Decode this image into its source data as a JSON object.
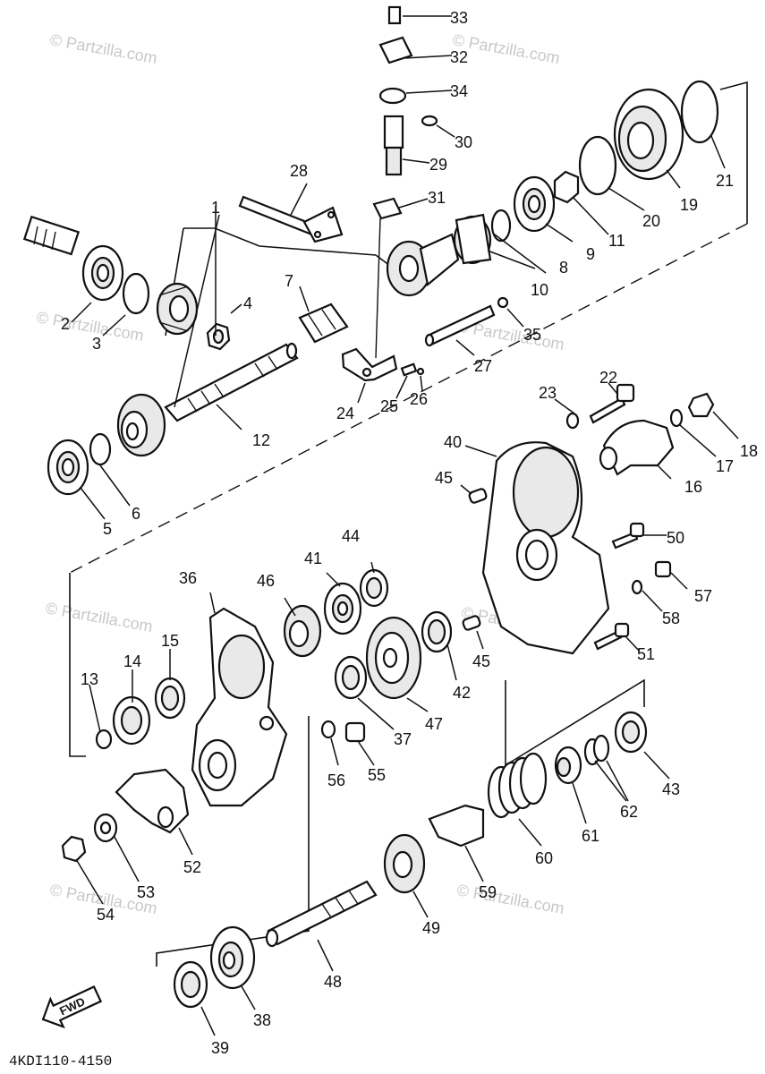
{
  "watermark": "© Partzilla.com",
  "diagram_code": "4KDI110-4150",
  "direction_label": "FWD",
  "callouts": [
    {
      "id": "c1",
      "label": "1"
    },
    {
      "id": "c2",
      "label": "2"
    },
    {
      "id": "c3",
      "label": "3"
    },
    {
      "id": "c4",
      "label": "4"
    },
    {
      "id": "c5",
      "label": "5"
    },
    {
      "id": "c6",
      "label": "6"
    },
    {
      "id": "c7",
      "label": "7"
    },
    {
      "id": "c8",
      "label": "8"
    },
    {
      "id": "c9",
      "label": "9"
    },
    {
      "id": "c10",
      "label": "10"
    },
    {
      "id": "c11",
      "label": "11"
    },
    {
      "id": "c12",
      "label": "12"
    },
    {
      "id": "c13",
      "label": "13"
    },
    {
      "id": "c14",
      "label": "14"
    },
    {
      "id": "c15",
      "label": "15"
    },
    {
      "id": "c16",
      "label": "16"
    },
    {
      "id": "c17",
      "label": "17"
    },
    {
      "id": "c18",
      "label": "18"
    },
    {
      "id": "c19",
      "label": "19"
    },
    {
      "id": "c20",
      "label": "20"
    },
    {
      "id": "c21",
      "label": "21"
    },
    {
      "id": "c22",
      "label": "22"
    },
    {
      "id": "c23",
      "label": "23"
    },
    {
      "id": "c24",
      "label": "24"
    },
    {
      "id": "c25",
      "label": "25"
    },
    {
      "id": "c26",
      "label": "26"
    },
    {
      "id": "c27",
      "label": "27"
    },
    {
      "id": "c28",
      "label": "28"
    },
    {
      "id": "c29",
      "label": "29"
    },
    {
      "id": "c30",
      "label": "30"
    },
    {
      "id": "c31",
      "label": "31"
    },
    {
      "id": "c32",
      "label": "32"
    },
    {
      "id": "c33",
      "label": "33"
    },
    {
      "id": "c34",
      "label": "34"
    },
    {
      "id": "c35",
      "label": "35"
    },
    {
      "id": "c36",
      "label": "36"
    },
    {
      "id": "c37",
      "label": "37"
    },
    {
      "id": "c38",
      "label": "38"
    },
    {
      "id": "c39",
      "label": "39"
    },
    {
      "id": "c40",
      "label": "40"
    },
    {
      "id": "c41",
      "label": "41"
    },
    {
      "id": "c42",
      "label": "42"
    },
    {
      "id": "c43",
      "label": "43"
    },
    {
      "id": "c44",
      "label": "44"
    },
    {
      "id": "c45a",
      "label": "45"
    },
    {
      "id": "c45b",
      "label": "45"
    },
    {
      "id": "c46",
      "label": "46"
    },
    {
      "id": "c47",
      "label": "47"
    },
    {
      "id": "c48",
      "label": "48"
    },
    {
      "id": "c49",
      "label": "49"
    },
    {
      "id": "c50",
      "label": "50"
    },
    {
      "id": "c51",
      "label": "51"
    },
    {
      "id": "c52",
      "label": "52"
    },
    {
      "id": "c53",
      "label": "53"
    },
    {
      "id": "c54",
      "label": "54"
    },
    {
      "id": "c55",
      "label": "55"
    },
    {
      "id": "c56",
      "label": "56"
    },
    {
      "id": "c57",
      "label": "57"
    },
    {
      "id": "c58",
      "label": "58"
    },
    {
      "id": "c59",
      "label": "59"
    },
    {
      "id": "c60",
      "label": "60"
    },
    {
      "id": "c61",
      "label": "61"
    },
    {
      "id": "c62",
      "label": "62"
    }
  ]
}
